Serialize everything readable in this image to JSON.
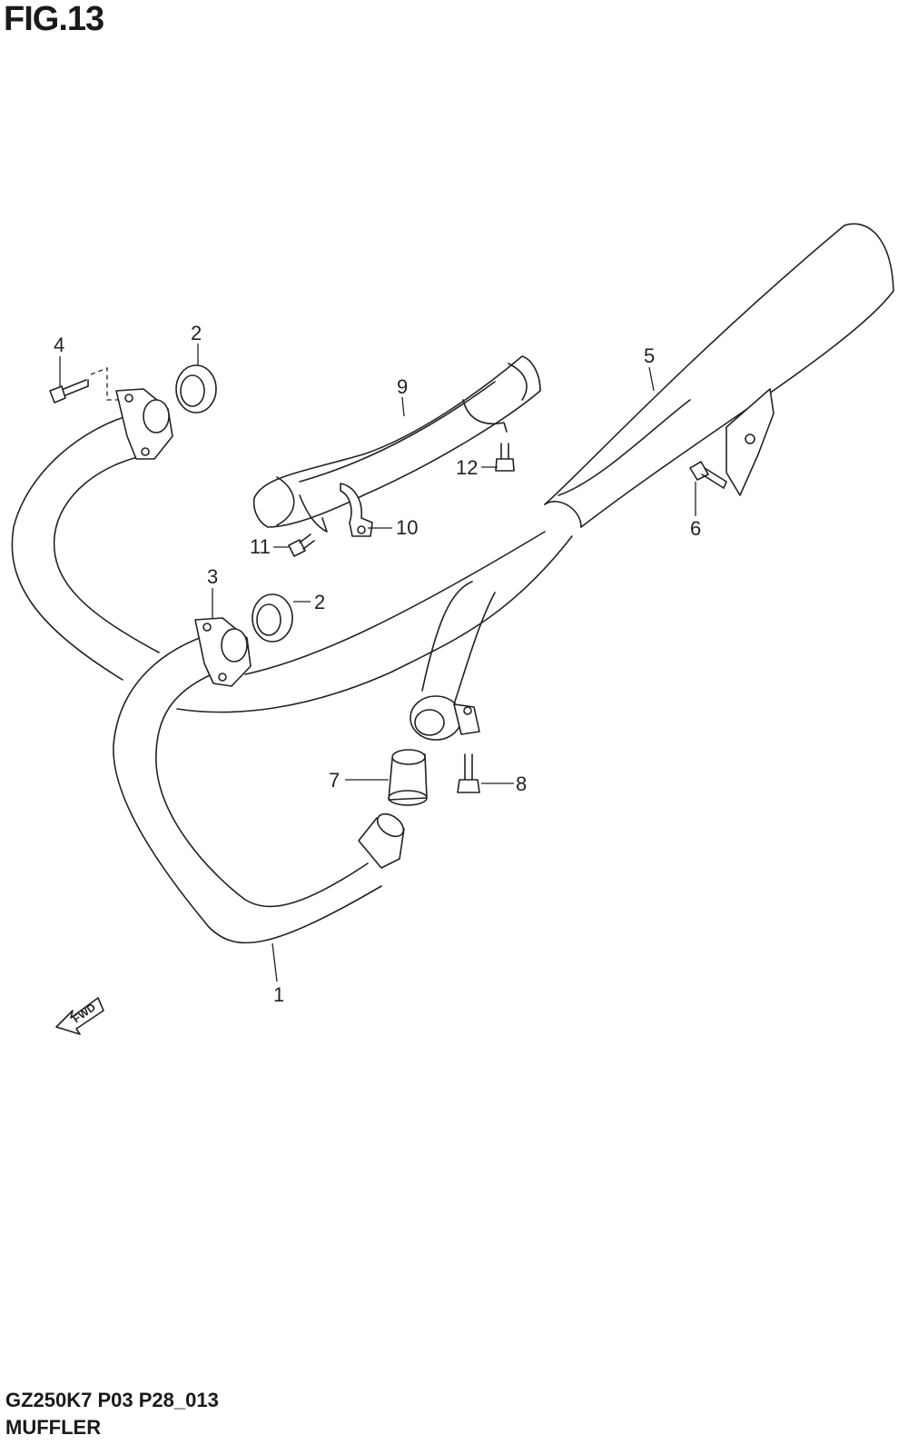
{
  "header": {
    "figure_title": "FIG.13"
  },
  "footer": {
    "model_code": "GZ250K7 P03 P28_013",
    "section_name": "MUFFLER"
  },
  "callouts": {
    "c1": "1",
    "c2a": "2",
    "c2b": "2",
    "c3": "3",
    "c4": "4",
    "c5": "5",
    "c6": "6",
    "c7": "7",
    "c8": "8",
    "c9": "9",
    "c10": "10",
    "c11": "11",
    "c12": "12"
  },
  "direction_indicator": {
    "label": "FWD"
  }
}
